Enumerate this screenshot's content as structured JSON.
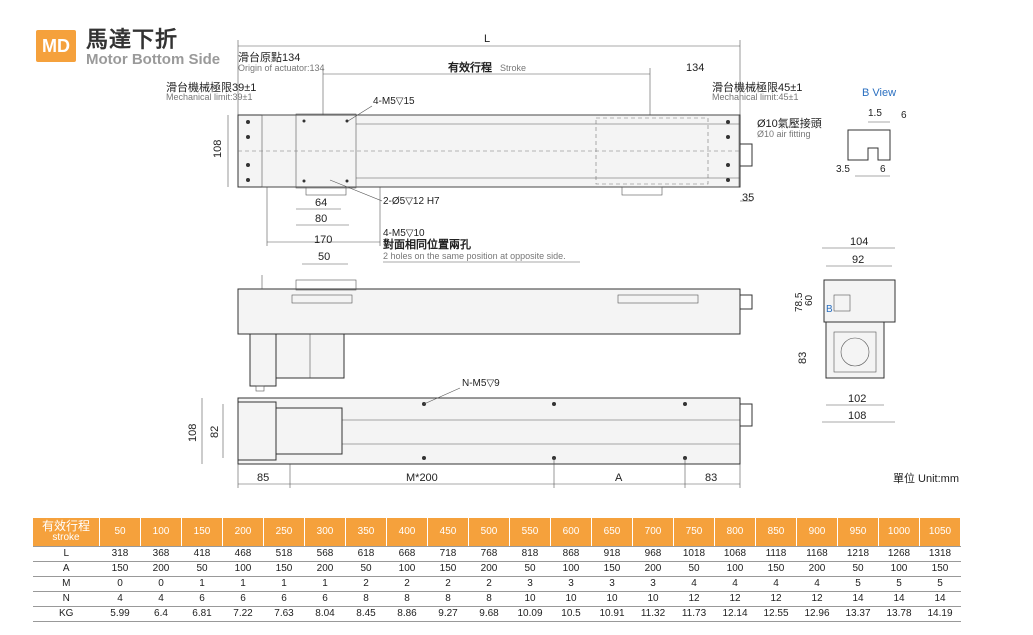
{
  "header": {
    "badge": "MD",
    "title_cn": "馬達下折",
    "title_en": "Motor Bottom Side"
  },
  "drawing_labels": {
    "L": "L",
    "stroke_cn": "有效行程",
    "stroke_en": "Stroke",
    "origin_cn": "滑台原點134",
    "origin_en": "Origin of actuator:134",
    "dim_134": "134",
    "mech_limit_left_cn": "滑台機械極限39±1",
    "mech_limit_left_en": "Mechanical limit:39±1",
    "mech_limit_right_cn": "滑台機械極限45±1",
    "mech_limit_right_en": "Mechanical limit:45±1",
    "m5_4": "4-M5▽15",
    "air_cn": "Ø10氣壓接頭",
    "air_en": "Ø10 air fitting",
    "b_view": "B View",
    "dim_108_top": "108",
    "dim_64": "64",
    "dim_80": "80",
    "dim_170": "170",
    "dim_35": "35",
    "hole_05": "2-Ø5▽12 H7",
    "m5_10": "4-M5▽10",
    "holes_cn": "對面相同位置兩孔",
    "holes_en": "2 holes on the same position at opposite side.",
    "dim_50": "50",
    "bv_15": "1.5",
    "bv_6a": "6",
    "bv_35": "3.5",
    "bv_6b": "6",
    "dim_104": "104",
    "dim_92": "92",
    "dim_785": "78.5",
    "dim_60": "60",
    "dim_83_side": "83",
    "label_B": "B",
    "dim_102": "102",
    "dim_108_side": "108",
    "nm5": "N-M5▽9",
    "dim_108_bottom": "108",
    "dim_82": "82",
    "dim_85": "85",
    "m200": "M*200",
    "dim_A": "A",
    "dim_83_bottom": "83"
  },
  "unit": "單位 Unit:mm",
  "table": {
    "header_cn": "有效行程",
    "header_en": "stroke",
    "strokes": [
      "50",
      "100",
      "150",
      "200",
      "250",
      "300",
      "350",
      "400",
      "450",
      "500",
      "550",
      "600",
      "650",
      "700",
      "750",
      "800",
      "850",
      "900",
      "950",
      "1000",
      "1050"
    ],
    "rows": [
      {
        "label": "L",
        "values": [
          "318",
          "368",
          "418",
          "468",
          "518",
          "568",
          "618",
          "668",
          "718",
          "768",
          "818",
          "868",
          "918",
          "968",
          "1018",
          "1068",
          "1118",
          "1168",
          "1218",
          "1268",
          "1318"
        ]
      },
      {
        "label": "A",
        "values": [
          "150",
          "200",
          "50",
          "100",
          "150",
          "200",
          "50",
          "100",
          "150",
          "200",
          "50",
          "100",
          "150",
          "200",
          "50",
          "100",
          "150",
          "200",
          "50",
          "100",
          "150"
        ]
      },
      {
        "label": "M",
        "values": [
          "0",
          "0",
          "1",
          "1",
          "1",
          "1",
          "2",
          "2",
          "2",
          "2",
          "3",
          "3",
          "3",
          "3",
          "4",
          "4",
          "4",
          "4",
          "5",
          "5",
          "5"
        ]
      },
      {
        "label": "N",
        "values": [
          "4",
          "4",
          "6",
          "6",
          "6",
          "6",
          "8",
          "8",
          "8",
          "8",
          "10",
          "10",
          "10",
          "10",
          "12",
          "12",
          "12",
          "12",
          "14",
          "14",
          "14"
        ]
      },
      {
        "label": "KG",
        "values": [
          "5.99",
          "6.4",
          "6.81",
          "7.22",
          "7.63",
          "8.04",
          "8.45",
          "8.86",
          "9.27",
          "9.68",
          "10.09",
          "10.5",
          "10.91",
          "11.32",
          "11.73",
          "12.14",
          "12.55",
          "12.96",
          "13.37",
          "13.78",
          "14.19"
        ]
      }
    ]
  }
}
